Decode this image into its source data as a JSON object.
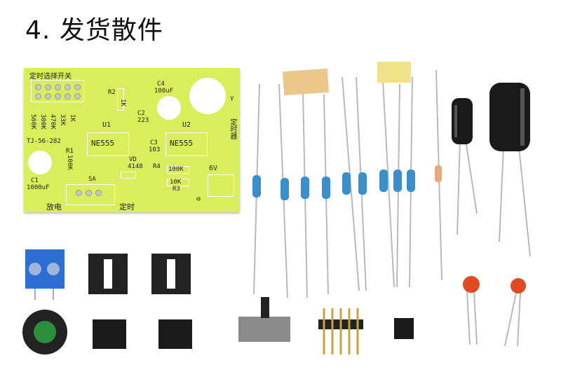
{
  "title": "4. 发货散件",
  "pcb": {
    "header": "定时选择开关",
    "c4_label": "C4",
    "c4_value": "100uF",
    "r2": "R2",
    "r2_value": "1K",
    "c2_label": "C2",
    "c2_value": "223",
    "u1": "U1",
    "u2": "U2",
    "ne555_a": "NE555",
    "ne555_b": "NE555",
    "c3_label": "C3",
    "c3_value": "103",
    "res_values": [
      "560K",
      "300K",
      "470K",
      "33K",
      "1K"
    ],
    "board_id": "TJ-56-282",
    "r1": "R1",
    "r1_value": "100K",
    "vd_label": "VD",
    "vd_value": "4148",
    "r4": "R4",
    "r3": "R3",
    "r4_value": "100K",
    "r3_value": "10K",
    "c1_label": "C1",
    "c1_value": "1000uF",
    "sa": "SA",
    "six_v": "6V",
    "speaker": "Y",
    "right_text": "定时器",
    "left_bottom": "放电",
    "right_bottom": "定时",
    "minus": "⊖"
  },
  "colors": {
    "pcb": "#d8ee5a",
    "resistor_body": "#3a8ec9",
    "terminal_block": "#2a6fd1",
    "capacitor": "#1a1a1a",
    "ceramic_cap": "#e04a20"
  }
}
